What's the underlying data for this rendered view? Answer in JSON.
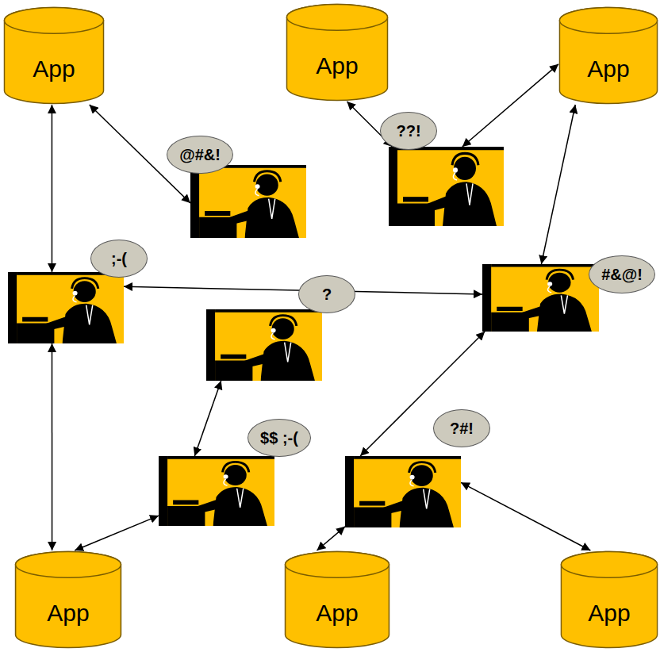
{
  "diagram": {
    "nodes": [
      {
        "text": [
          "App"
        ]
      },
      {
        "text": [
          "App"
        ]
      },
      {
        "text": [
          "App"
        ]
      },
      {
        "text": [
          "@#&!"
        ]
      },
      {
        "text": [
          "??!"
        ]
      },
      {
        "text": [
          ";-("
        ]
      },
      {
        "text": [
          "#&@!"
        ]
      },
      {
        "text": [
          "?"
        ]
      },
      {
        "text": [
          "$$ ;-("
        ]
      },
      {
        "text": [
          "?#!"
        ]
      },
      {
        "text": [
          "App"
        ]
      },
      {
        "text": [
          "App"
        ]
      },
      {
        "text": [
          "App"
        ]
      }
    ],
    "edges": [
      {
        "from": 0,
        "to": 5,
        "arrow": "both"
      },
      {
        "from": 0,
        "to": 3,
        "arrow": "both"
      },
      {
        "from": 1,
        "to": 4,
        "arrow": "both"
      },
      {
        "from": 2,
        "to": 4,
        "arrow": "both"
      },
      {
        "from": 2,
        "to": 6,
        "arrow": "both"
      },
      {
        "from": 5,
        "to": 6,
        "arrow": "both"
      },
      {
        "from": 5,
        "to": 10,
        "arrow": "both"
      },
      {
        "from": 7,
        "to": 8,
        "arrow": "both"
      },
      {
        "from": 8,
        "to": 10,
        "arrow": "both"
      },
      {
        "from": 6,
        "to": 9,
        "arrow": "both"
      },
      {
        "from": 9,
        "to": 11,
        "arrow": "both"
      },
      {
        "from": 9,
        "to": 12,
        "arrow": "both"
      }
    ]
  }
}
